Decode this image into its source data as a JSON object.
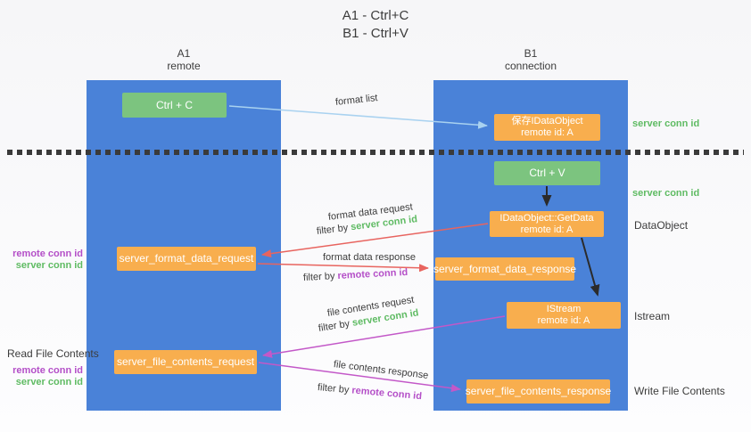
{
  "title": {
    "line1": "A1 - Ctrl+C",
    "line2": "B1 - Ctrl+V"
  },
  "columns": {
    "left": {
      "name": "A1",
      "role": "remote"
    },
    "right": {
      "name": "B1",
      "role": "connection"
    }
  },
  "boxes": {
    "ctrl_c": "Ctrl + C",
    "ctrl_v": "Ctrl + V",
    "save_dataobject": {
      "line1": "保存IDataObject",
      "line2": "remote id: A"
    },
    "getdata": {
      "line1": "IDataObject::GetData",
      "line2": "remote id: A"
    },
    "istream": {
      "line1": "IStream",
      "line2": "remote id: A"
    },
    "format_request": "server_format_data_request",
    "format_response": "server_format_data_response",
    "file_request": "server_file_contents_request",
    "file_response": "server_file_contents_response"
  },
  "edge_labels": {
    "format_list": "format list",
    "format_data_request": "format data request",
    "format_data_response": "format data response",
    "file_contents_request": "file contents request",
    "file_contents_response": "file contents response",
    "filter_by": "filter by",
    "server_conn_id": "server conn id",
    "remote_conn_id": "remote conn id"
  },
  "side_labels": {
    "server_conn_id_top": "server conn id",
    "server_conn_id_mid": "server conn id",
    "dataobject": "DataObject",
    "istream": "Istream",
    "write_file_contents": "Write File Contents",
    "read_file_contents": "Read File Contents",
    "remote_conn_id_1": "remote conn id",
    "server_conn_id_left_1": "server conn id",
    "remote_conn_id_2": "remote conn id",
    "server_conn_id_left_2": "server conn id"
  },
  "colors": {
    "column_blue": "#4a82d8",
    "box_green": "#7cc47f",
    "box_orange": "#f8ae4e",
    "arrow_light_blue": "#a9d2f0",
    "arrow_red": "#e8645f",
    "arrow_purple": "#c358c8",
    "arrow_black": "#2b2b2b",
    "text_green": "#5fbb63",
    "text_purple": "#b44fc8",
    "text_dark": "#3c3c3c",
    "dashed_line": "#3a3a3a"
  }
}
